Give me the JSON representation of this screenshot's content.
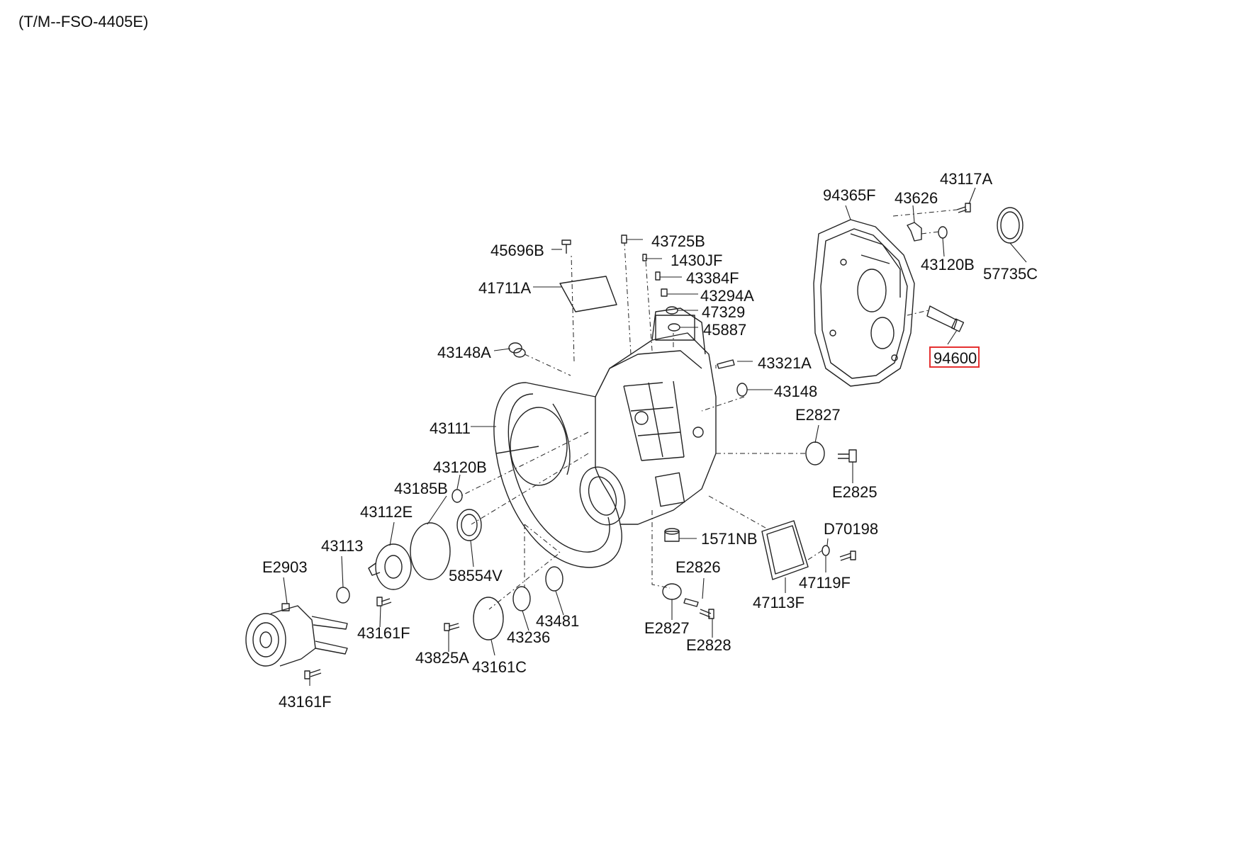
{
  "diagram_code": "(T/M--FSO-4405E)",
  "highlight_color": "#e53030",
  "labels": {
    "p94365F": "94365F",
    "p43626": "43626",
    "p43117A": "43117A",
    "p43120B_top": "43120B",
    "p57735C": "57735C",
    "p94600": "94600",
    "p43725B": "43725B",
    "p1430JF": "1430JF",
    "p43384F": "43384F",
    "p43294A": "43294A",
    "p47329": "47329",
    "p45887": "45887",
    "p45696B": "45696B",
    "p41711A": "41711A",
    "p43148A": "43148A",
    "p43321A": "43321A",
    "p43148": "43148",
    "pE2827_top": "E2827",
    "pE2825": "E2825",
    "p43111": "43111",
    "p43120B": "43120B",
    "p43185B": "43185B",
    "p43112E": "43112E",
    "p43113": "43113",
    "pE2903": "E2903",
    "p58554V": "58554V",
    "p1571NB": "1571NB",
    "pD70198": "D70198",
    "pE2826": "E2826",
    "p47119F": "47119F",
    "p47113F": "47113F",
    "p43481": "43481",
    "p43161F_mid": "43161F",
    "p43236": "43236",
    "p43825A": "43825A",
    "p43161C": "43161C",
    "pE2827_bot": "E2827",
    "pE2828": "E2828",
    "p43161F_bot": "43161F"
  }
}
